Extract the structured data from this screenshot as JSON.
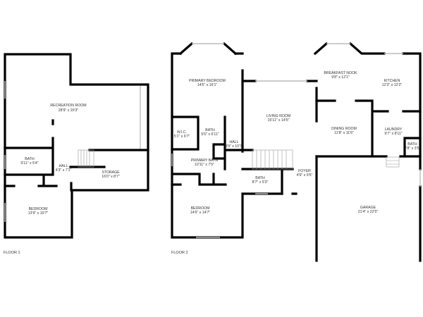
{
  "floors": [
    {
      "label": "FLOOR 1",
      "rooms": [
        {
          "name": "RECREATION ROOM",
          "dims": "28'9\" x 20'3\""
        },
        {
          "name": "BATH",
          "dims": "9'11\" x 5'4\""
        },
        {
          "name": "HALL",
          "dims": "4'3\" x 7'1\""
        },
        {
          "name": "STORAGE",
          "dims": "16'0\" x 8'7\""
        },
        {
          "name": "BEDROOM",
          "dims": "13'9\" x 10'7\""
        }
      ]
    },
    {
      "label": "FLOOR 2",
      "rooms": [
        {
          "name": "PRIMARY BEDROOM",
          "dims": "14'6\" x 16'1\""
        },
        {
          "name": "W.I.C.",
          "dims": "5'1\" x 6'7\""
        },
        {
          "name": "BATH",
          "dims": "5'6\" x 6'11\""
        },
        {
          "name": "HALL",
          "dims": "3'9\" x 10'7\""
        },
        {
          "name": "PRIMARY BATH",
          "dims": "10'11\" x 7'5\""
        },
        {
          "name": "BEDROOM",
          "dims": "14'6\" x 14'7\""
        },
        {
          "name": "LIVING ROOM",
          "dims": "15'11\" x 14'5\""
        },
        {
          "name": "BATH",
          "dims": "8'7\" x 5'3\""
        },
        {
          "name": "FOYER",
          "dims": "4'9\" x 9'5\""
        },
        {
          "name": "BREAKFAST NOOK",
          "dims": "9'8\" x 12'1\""
        },
        {
          "name": "KITCHEN",
          "dims": "12'3\" x 12'2\""
        },
        {
          "name": "DINING ROOM",
          "dims": "11'8\" x 11'6\""
        },
        {
          "name": "LAUNDRY",
          "dims": "9'7\" x 8'11\""
        },
        {
          "name": "BATH",
          "dims": "2'8\" x 3'5\""
        },
        {
          "name": "GARAGE",
          "dims": "21'4\" x 22'5\""
        }
      ]
    }
  ]
}
